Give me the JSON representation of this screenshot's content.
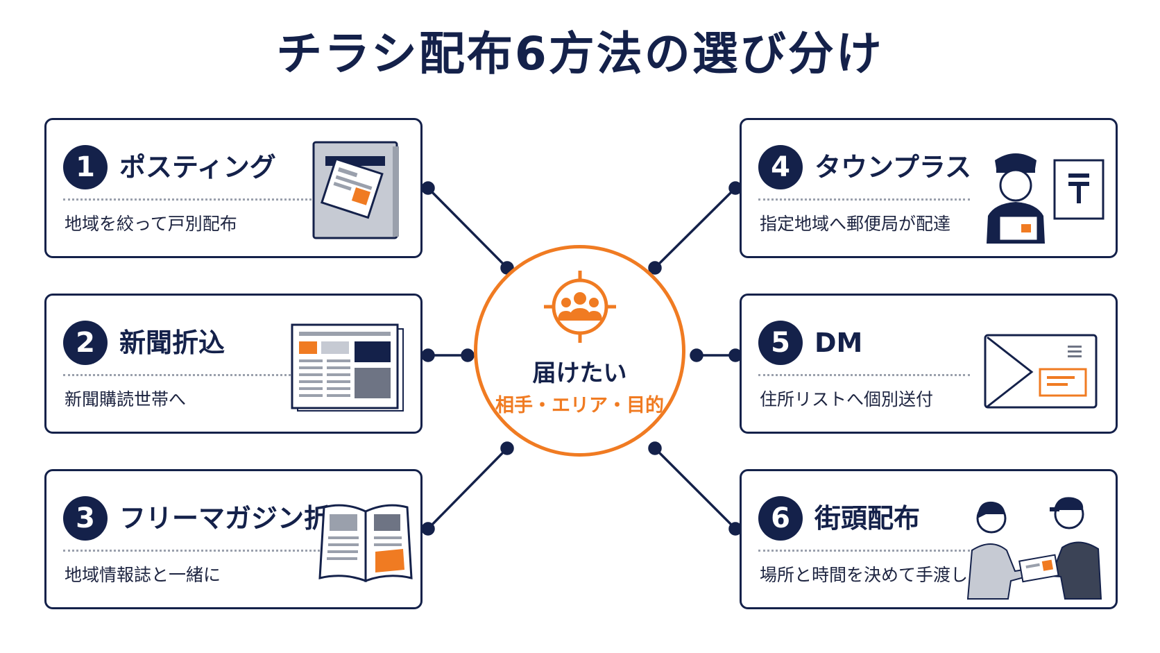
{
  "title": "チラシ配布6方法の選び分け",
  "colors": {
    "navy": "#14214a",
    "accent": "#f07b22",
    "gray": "#9aa0ac"
  },
  "center": {
    "icon": "target-people-icon",
    "line1": "届けたい",
    "line2": "相手・エリア・目的"
  },
  "methods": [
    {
      "number": "1",
      "name": "ポスティング",
      "desc": "地域を絞って戸別配布",
      "icon": "mailbox-flyer-icon"
    },
    {
      "number": "2",
      "name": "新聞折込",
      "desc": "新聞購読世帯へ",
      "icon": "newspaper-icon"
    },
    {
      "number": "3",
      "name": "フリーマガジン折込",
      "desc": "地域情報誌と一緒に",
      "icon": "open-magazine-icon"
    },
    {
      "number": "4",
      "name": "タウンプラス",
      "desc": "指定地域へ郵便局が配達",
      "icon": "postman-icon"
    },
    {
      "number": "5",
      "name": "DM",
      "desc": "住所リストへ個別送付",
      "icon": "envelope-icon"
    },
    {
      "number": "6",
      "name": "街頭配布",
      "desc": "場所と時間を決めて手渡し",
      "icon": "hand-out-icon"
    }
  ]
}
